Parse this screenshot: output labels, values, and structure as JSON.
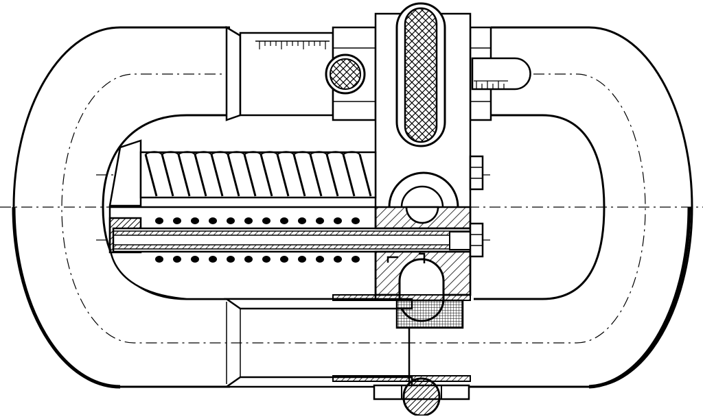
{
  "drawing": {
    "colors": {
      "line": "#000000",
      "paper": "#ffffff",
      "centerline": "#000000"
    },
    "parts": [
      "outer-ring",
      "upper-sleeve",
      "scale-markings",
      "round-pin",
      "clamp-block",
      "clamp-handle",
      "side-lever",
      "compression-spring-upper",
      "compression-spring-lower",
      "guide-rod",
      "lower-sleeve",
      "pivot-socket",
      "lower-handle",
      "bolt-heads"
    ]
  }
}
